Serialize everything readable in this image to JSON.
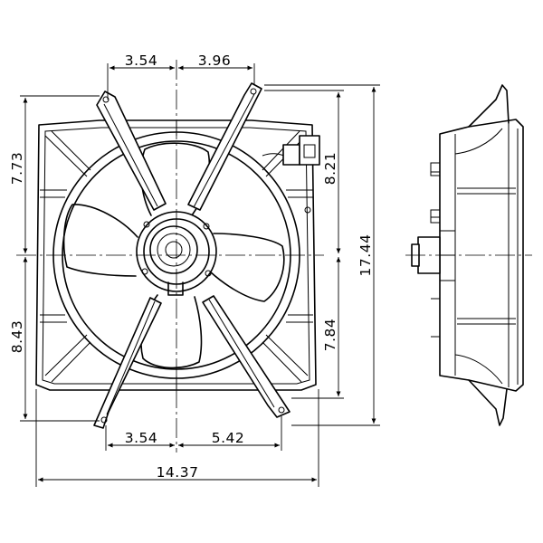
{
  "drawing": {
    "subject": "radiator cooling fan assembly",
    "views": [
      "front-view",
      "side-view"
    ]
  },
  "dimensions": {
    "top_left_span": "3.54",
    "top_right_span": "3.96",
    "bottom_left_span": "3.54",
    "bottom_right_span": "5.42",
    "overall_width": "14.37",
    "left_upper_height": "7.73",
    "left_lower_height": "8.43",
    "right_upper_height": "8.21",
    "right_lower_height": "7.84",
    "overall_height": "17.44"
  }
}
